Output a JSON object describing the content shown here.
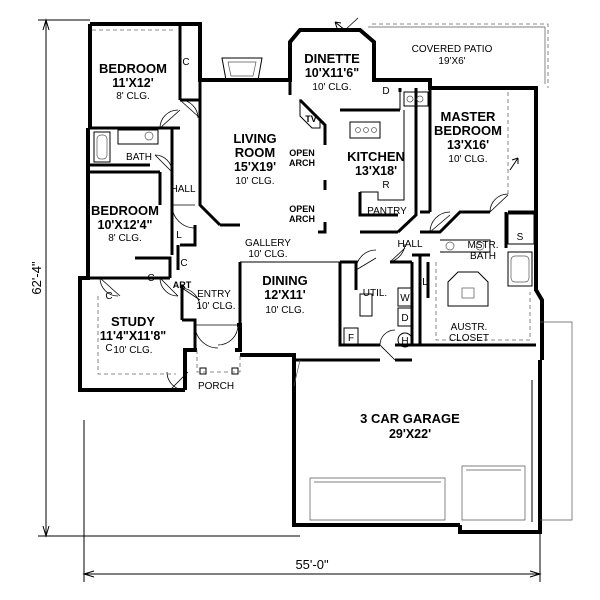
{
  "dimensions": {
    "depth": "62'-4\"",
    "width": "55'-0\""
  },
  "rooms": {
    "bedroom2": {
      "name": "BEDROOM",
      "size": "11'X12'",
      "ceiling": "8' CLG."
    },
    "bath": {
      "name": "BATH"
    },
    "bedroom3": {
      "name": "BEDROOM",
      "size": "10'X12'4\"",
      "ceiling": "8' CLG."
    },
    "hall_left": {
      "name": "HALL"
    },
    "study": {
      "name": "STUDY",
      "size": "11'4\"X11'8\"",
      "ceiling": "10' CLG."
    },
    "porch": {
      "name": "PORCH"
    },
    "entry": {
      "name": "ENTRY",
      "ceiling": "10' CLG."
    },
    "art": {
      "name": "ART"
    },
    "living": {
      "name": "LIVING",
      "name2": "ROOM",
      "size": "15'X19'",
      "ceiling": "10' CLG."
    },
    "open_arch_1": {
      "line1": "OPEN",
      "line2": "ARCH"
    },
    "open_arch_2": {
      "line1": "OPEN",
      "line2": "ARCH"
    },
    "tv": {
      "name": "TV"
    },
    "gallery": {
      "name": "GALLERY",
      "ceiling": "10' CLG."
    },
    "dining": {
      "name": "DINING",
      "size": "12'X11'",
      "ceiling": "10' CLG."
    },
    "dinette": {
      "name": "DINETTE",
      "size": "10'X11'6\"",
      "ceiling": "10' CLG."
    },
    "kitchen": {
      "name": "KITCHEN",
      "size": "13'X18'"
    },
    "pantry": {
      "name": "PANTRY"
    },
    "covered_patio": {
      "name": "COVERED PATIO",
      "size": "19'X6'"
    },
    "master": {
      "name": "MASTER",
      "name2": "BEDROOM",
      "size": "13'X16'",
      "ceiling": "10' CLG."
    },
    "hall_right": {
      "name": "HALL"
    },
    "mstr_bath": {
      "name": "MSTR.",
      "name2": "BATH"
    },
    "closet": {
      "name": "AUSTR.",
      "name2": "CLOSET"
    },
    "util": {
      "name": "UTIL."
    },
    "garage": {
      "name": "3 CAR GARAGE",
      "size": "29'X22'"
    }
  },
  "symbols": {
    "closet": "C",
    "linen": "L",
    "dishwasher": "D",
    "refrigerator": "R",
    "washer": "W",
    "dryer": "D",
    "water_heater": "H",
    "shower": "S",
    "furnace": "F"
  }
}
